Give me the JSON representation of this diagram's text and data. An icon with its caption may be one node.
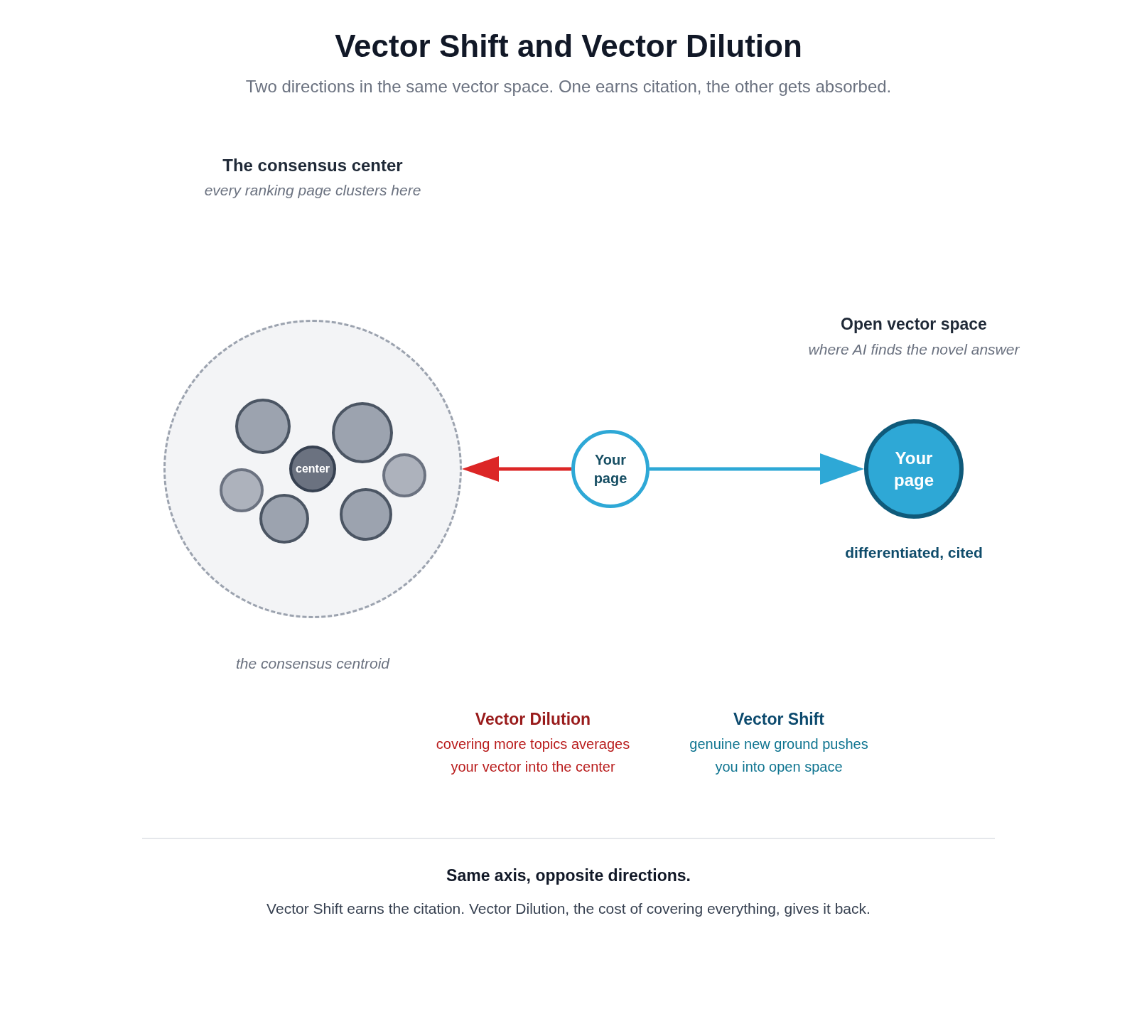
{
  "diagram": {
    "title": "Vector Shift and Vector Dilution",
    "nodes": [
      {
        "text": [],
        "shape": "circle",
        "beside": [
          "The consensus center",
          "every ranking page clusters here",
          "the consensus centroid"
        ]
      },
      {
        "text": [],
        "shape": "circle",
        "in": 0
      },
      {
        "text": [],
        "shape": "circle",
        "in": 0
      },
      {
        "text": [],
        "shape": "circle",
        "in": 0
      },
      {
        "text": [
          "center"
        ],
        "in": 0
      },
      {
        "text": [],
        "shape": "circle",
        "in": 0
      },
      {
        "text": [],
        "shape": "circle",
        "in": 0
      },
      {
        "text": [],
        "shape": "circle",
        "in": 0
      },
      {
        "text": [
          "Your page"
        ]
      },
      {
        "text": [
          "Your page"
        ],
        "beside": [
          "Open vector space",
          "where AI finds the novel answer",
          "differentiated, cited"
        ]
      }
    ],
    "edges": [
      {
        "from": 8,
        "to": 0,
        "arrow": "to",
        "color": "#dc2626"
      },
      {
        "from": 8,
        "to": 9,
        "arrow": "to",
        "color": "#2ea8d6"
      }
    ],
    "labels": [
      "Two directions in the same vector space. One earns citation, the other gets absorbed.",
      "Vector Dilution",
      "covering more topics averages your vector into the center",
      "Vector Shift",
      "genuine new ground pushes you into open space",
      "Same axis, opposite directions.",
      "Vector Shift earns the citation. Vector Dilution, the cost of covering everything, gives it back."
    ]
  }
}
